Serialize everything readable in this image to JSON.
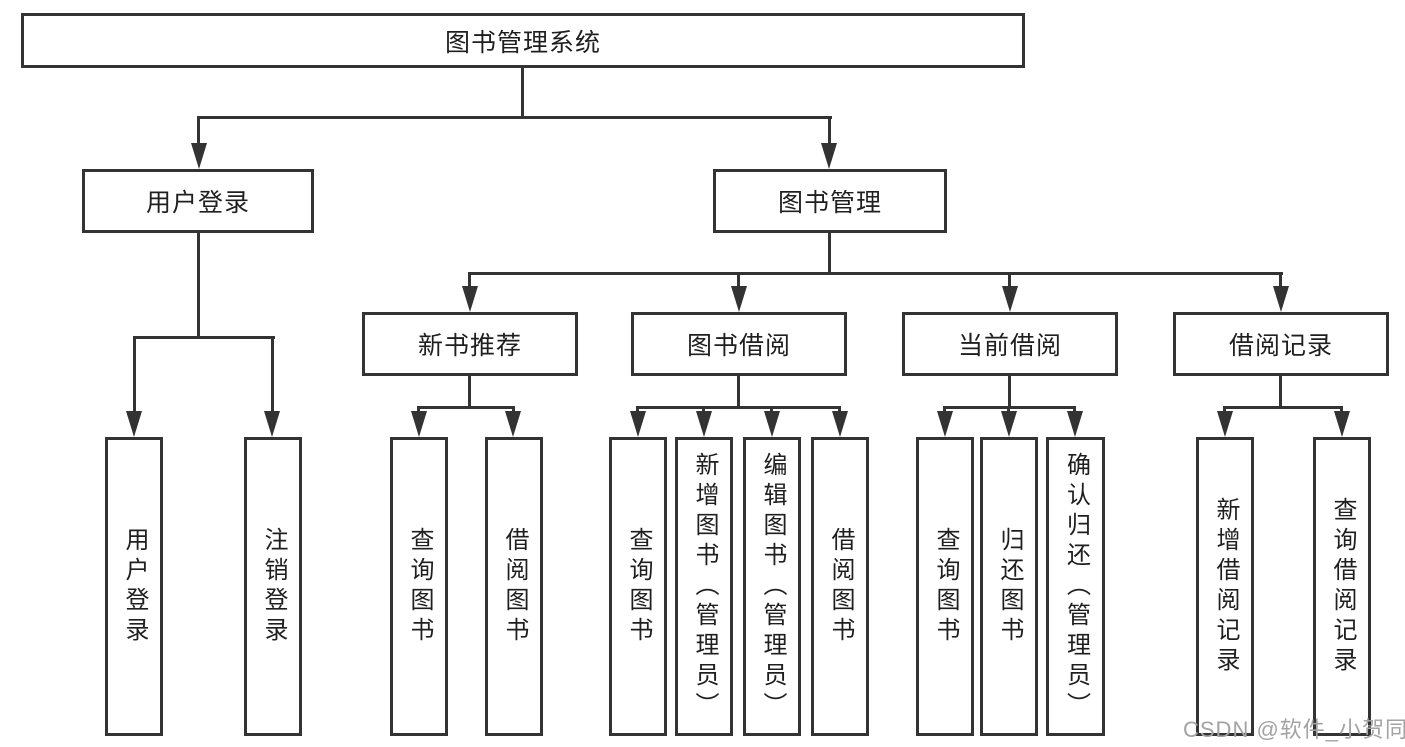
{
  "tree": {
    "label": "图书管理系统",
    "children": [
      {
        "label": "用户登录",
        "children": [
          {
            "label": "用户登录"
          },
          {
            "label": "注销登录"
          }
        ]
      },
      {
        "label": "图书管理",
        "children": [
          {
            "label": "新书推荐",
            "children": [
              {
                "label": "查询图书"
              },
              {
                "label": "借阅图书"
              }
            ]
          },
          {
            "label": "图书借阅",
            "children": [
              {
                "label": "查询图书"
              },
              {
                "label": "新增图书（管理员）"
              },
              {
                "label": "编辑图书（管理员）"
              },
              {
                "label": "借阅图书"
              }
            ]
          },
          {
            "label": "当前借阅",
            "children": [
              {
                "label": "查询图书"
              },
              {
                "label": "归还图书"
              },
              {
                "label": "确认归还（管理员）"
              }
            ]
          },
          {
            "label": "借阅记录",
            "children": [
              {
                "label": "新增借阅记录"
              },
              {
                "label": "查询借阅记录"
              }
            ]
          }
        ]
      }
    ]
  },
  "watermark": {
    "text": "CSDN @软件_小贺同学"
  },
  "colors": {
    "line": "#333333",
    "box_border": "#333333",
    "box_fill": "#ffffff",
    "text": "#1f1f1f",
    "background": "#ffffff",
    "watermark": "#a3a3a3"
  }
}
